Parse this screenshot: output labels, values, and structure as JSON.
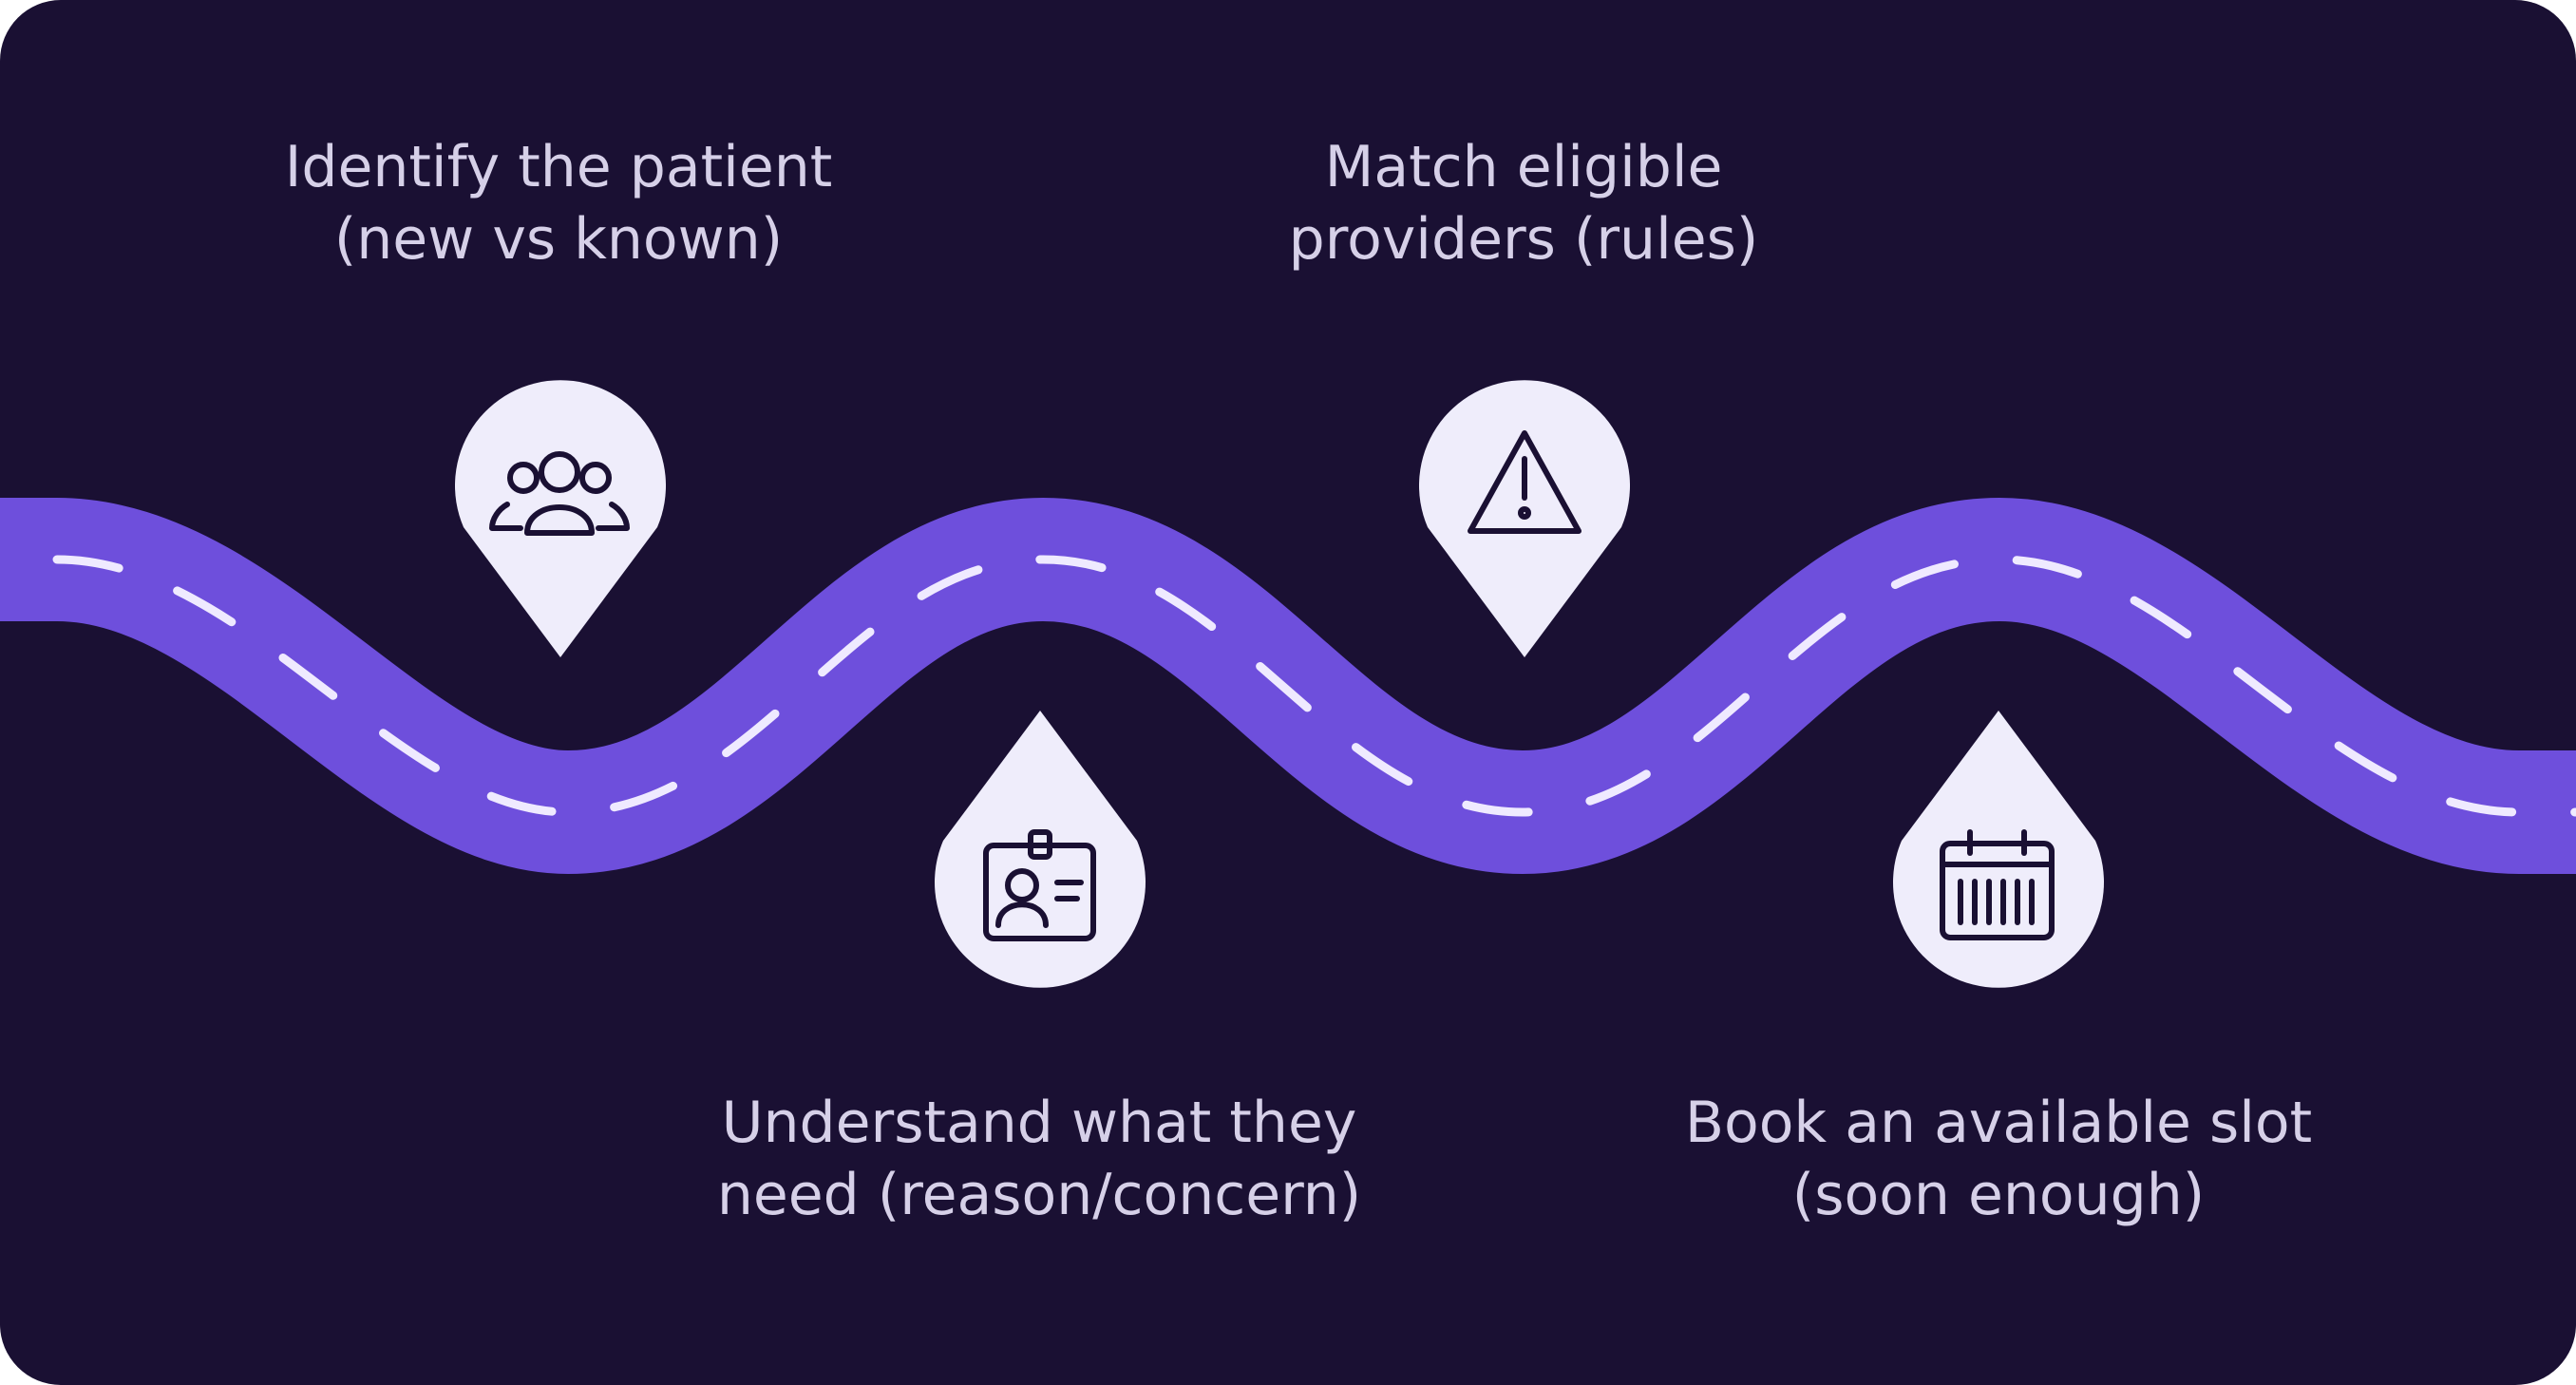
{
  "colors": {
    "background": "#1a1033",
    "road": "#6e4fdc",
    "dash": "#efeaff",
    "pin": "#efedfb",
    "icon": "#1a1033",
    "text": "#d6d0e8"
  },
  "steps": [
    {
      "line1": "Identify the patient",
      "line2": "(new vs known)",
      "icon": "group-users-icon"
    },
    {
      "line1": "Understand what they",
      "line2": "need (reason/concern)",
      "icon": "id-badge-icon"
    },
    {
      "line1": "Match eligible",
      "line2": "providers (rules)",
      "icon": "warning-triangle-icon"
    },
    {
      "line1": "Book an available slot",
      "line2": "(soon enough)",
      "icon": "calendar-icon"
    }
  ]
}
